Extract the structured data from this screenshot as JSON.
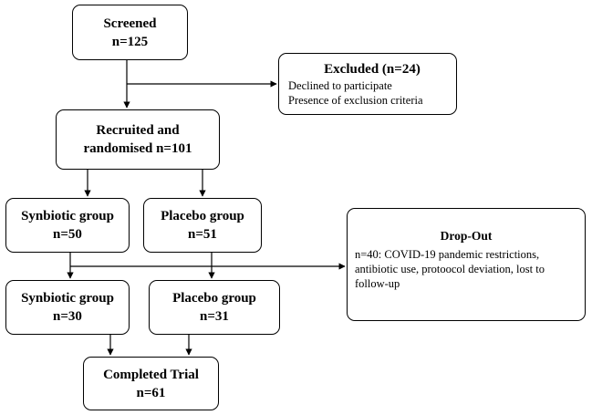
{
  "boxes": {
    "screened": {
      "title": "Screened",
      "count": "n=125"
    },
    "excluded": {
      "title": "Excluded (n=24)",
      "line1": "Declined to participate",
      "line2": "Presence of exclusion criteria"
    },
    "recruited": {
      "line1": "Recruited and",
      "line2": "randomised n=101"
    },
    "synbiotic_1": {
      "title": "Synbiotic group",
      "count": "n=50"
    },
    "placebo_1": {
      "title": "Placebo group",
      "count": "n=51"
    },
    "dropout": {
      "title": "Drop-Out",
      "text": "n=40: COVID-19 pandemic restrictions, antibiotic use, protoocol deviation, lost to follow-up"
    },
    "synbiotic_2": {
      "title": "Synbiotic group",
      "count": "n=30"
    },
    "placebo_2": {
      "title": "Placebo group",
      "count": "n=31"
    },
    "completed": {
      "title": "Completed Trial",
      "count": "n=61"
    }
  },
  "colors": {
    "line": "#000000",
    "box_border": "#000000",
    "background": "#ffffff"
  }
}
